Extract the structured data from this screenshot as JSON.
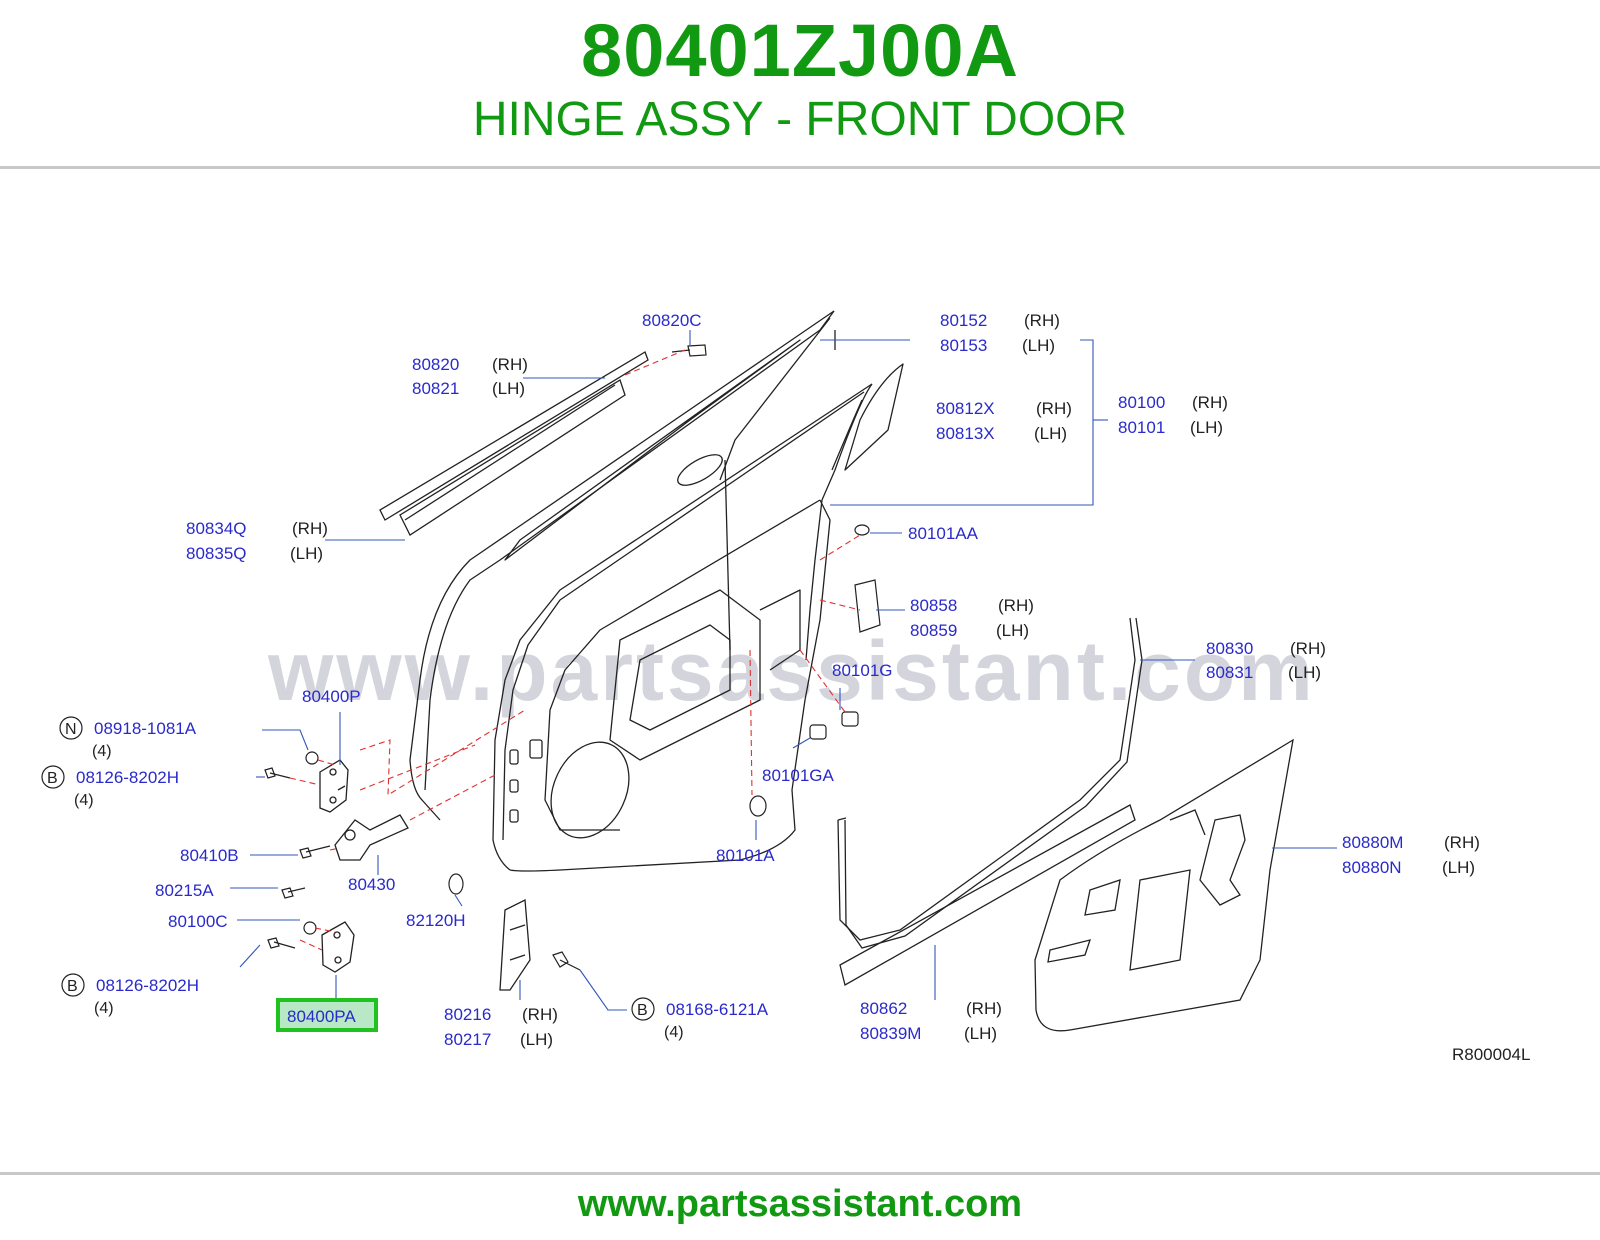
{
  "header": {
    "part_number": "80401ZJ00A",
    "part_name": "HINGE ASSY - FRONT DOOR"
  },
  "footer": {
    "url": "www.partsassistant.com"
  },
  "diagram": {
    "watermark": "www.partsassistant.com",
    "reference": "R800004L",
    "highlight_color": "#1fc21f",
    "brand_color": "#119911",
    "label_color": "#2a2acc",
    "labels": {
      "p80820C": "80820C",
      "p80820": "80820",
      "p80820_side": "(RH)",
      "p80821": "80821",
      "p80821_side": "(LH)",
      "p80152": "80152",
      "p80152_side": "(RH)",
      "p80153": "80153",
      "p80153_side": "(LH)",
      "p80812X": "80812X",
      "p80812X_side": "(RH)",
      "p80813X": "80813X",
      "p80813X_side": "(LH)",
      "p80100": "80100",
      "p80100_side": "(RH)",
      "p80101": "80101",
      "p80101_side": "(LH)",
      "p80834Q": "80834Q",
      "p80834Q_side": "(RH)",
      "p80835Q": "80835Q",
      "p80835Q_side": "(LH)",
      "p80101AA": "80101AA",
      "p80858": "80858",
      "p80858_side": "(RH)",
      "p80859": "80859",
      "p80859_side": "(LH)",
      "p80830": "80830",
      "p80830_side": "(RH)",
      "p80831": "80831",
      "p80831_side": "(LH)",
      "p80101G": "80101G",
      "p80400P": "80400P",
      "p08918": "08918-1081A",
      "p08918_circ": "N",
      "p08918_qty": "(4)",
      "p08126a": "08126-8202H",
      "p08126a_circ": "B",
      "p08126a_qty": "(4)",
      "p80101GA": "80101GA",
      "p80410B": "80410B",
      "p80430": "80430",
      "p80101A": "80101A",
      "p80880M": "80880M",
      "p80880M_side": "(RH)",
      "p80880N": "80880N",
      "p80880N_side": "(LH)",
      "p80215A": "80215A",
      "p82120H": "82120H",
      "p80100C": "80100C",
      "p08126b": "08126-8202H",
      "p08126b_circ": "B",
      "p08126b_qty": "(4)",
      "p80400PA": "80400PA",
      "p80216": "80216",
      "p80216_side": "(RH)",
      "p80217": "80217",
      "p80217_side": "(LH)",
      "p08168": "08168-6121A",
      "p08168_circ": "B",
      "p08168_qty": "(4)",
      "p80862": "80862",
      "p80862_side": "(RH)",
      "p80839M": "80839M",
      "p80839M_side": "(LH)"
    }
  }
}
